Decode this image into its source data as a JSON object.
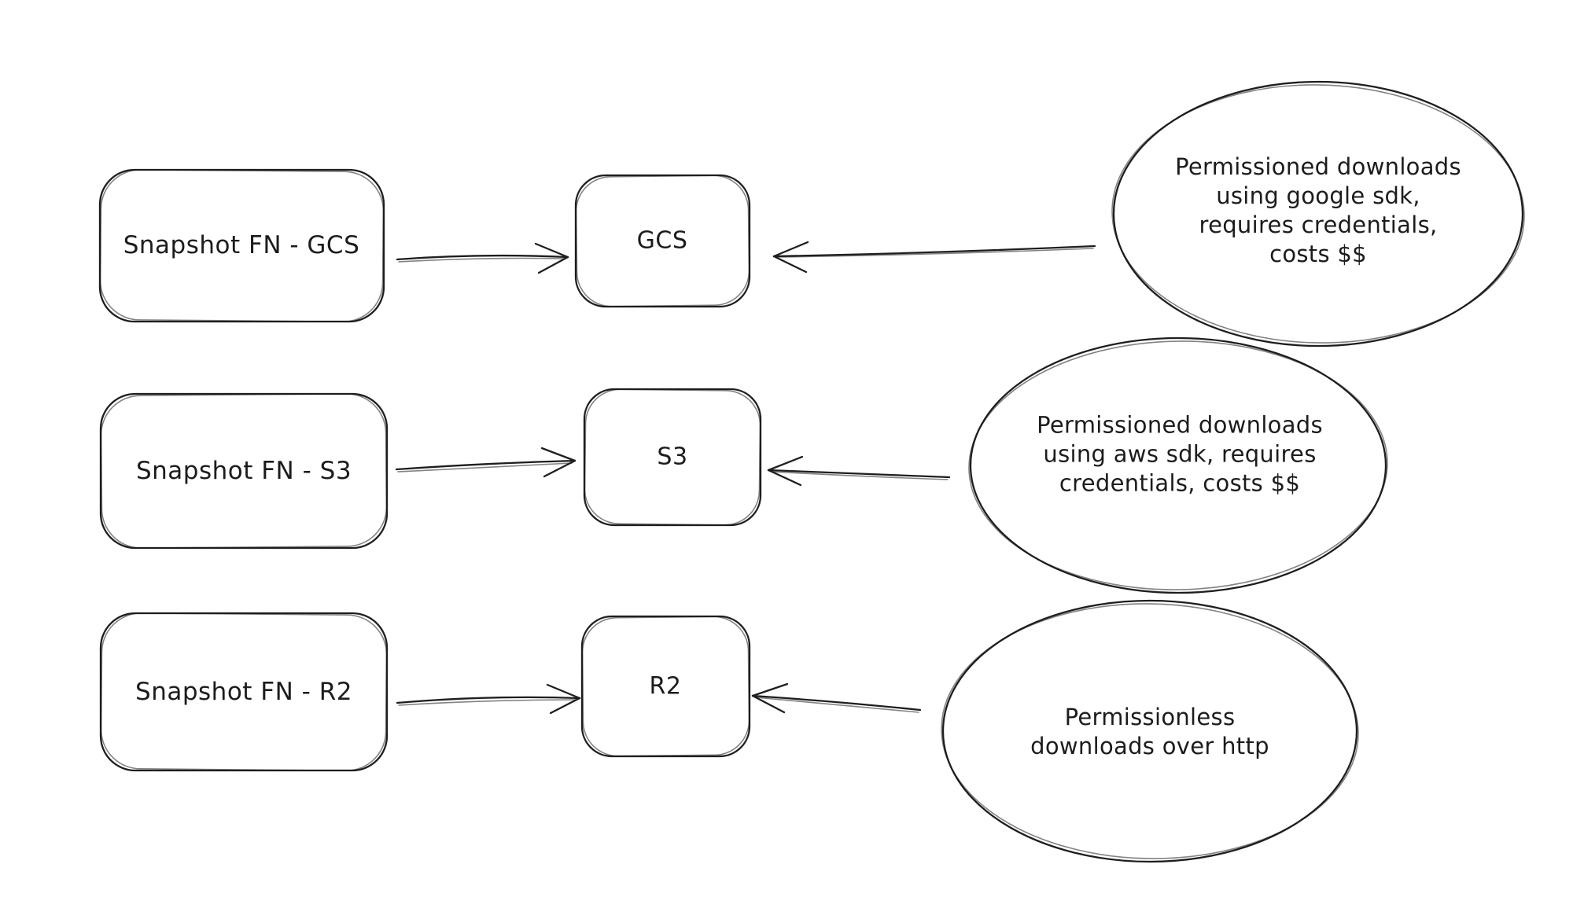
{
  "canvas": {
    "background": "#ffffff",
    "stroke_color": "#1e1e1e",
    "text_color": "#1c1c1c"
  },
  "rows": [
    {
      "id": "gcs",
      "source_label": "Snapshot FN - GCS",
      "target_label": "GCS",
      "note_lines": {
        "0": "Permissioned downloads",
        "1": "using google sdk,",
        "2": "requires credentials,",
        "3": "costs $$"
      }
    },
    {
      "id": "s3",
      "source_label": "Snapshot FN - S3",
      "target_label": "S3",
      "note_lines": {
        "0": "Permissioned downloads",
        "1": "using aws sdk, requires",
        "2": "credentials, costs $$"
      }
    },
    {
      "id": "r2",
      "source_label": "Snapshot FN - R2",
      "target_label": "R2",
      "note_lines": {
        "0": "Permissionless",
        "1": "downloads over http"
      }
    }
  ]
}
